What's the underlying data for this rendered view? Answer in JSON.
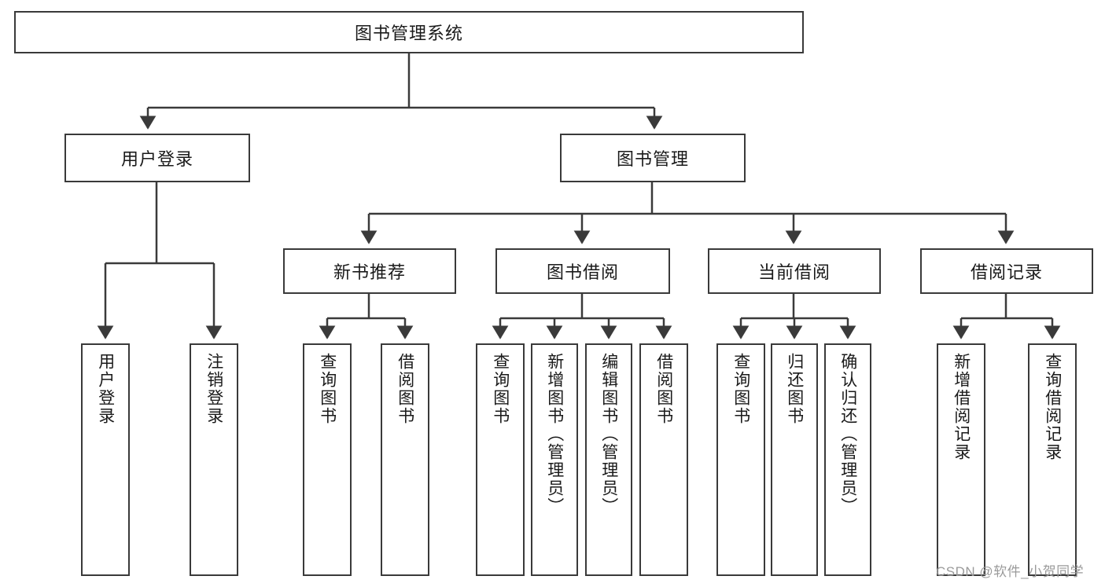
{
  "diagram": {
    "title": "图书管理系统",
    "watermark": "CSDN @软件_小贺同学",
    "type": "tree-hierarchy-diagram",
    "colors": {
      "stroke": "#3a3a3a",
      "background": "#ffffff",
      "text": "#1a1a1a",
      "watermark": "#9a9a9a"
    },
    "levels": [
      {
        "level": 1,
        "nodes": [
          {
            "id": "root",
            "label": "图书管理系统",
            "orientation": "horizontal"
          }
        ]
      },
      {
        "level": 2,
        "nodes": [
          {
            "id": "login",
            "label": "用户登录",
            "orientation": "horizontal",
            "parent": "root"
          },
          {
            "id": "bookmgmt",
            "label": "图书管理",
            "orientation": "horizontal",
            "parent": "root"
          }
        ]
      },
      {
        "level": 3,
        "nodes": [
          {
            "id": "newbook",
            "label": "新书推荐",
            "orientation": "horizontal",
            "parent": "bookmgmt"
          },
          {
            "id": "borrow",
            "label": "图书借阅",
            "orientation": "horizontal",
            "parent": "bookmgmt"
          },
          {
            "id": "current",
            "label": "当前借阅",
            "orientation": "horizontal",
            "parent": "bookmgmt"
          },
          {
            "id": "records",
            "label": "借阅记录",
            "orientation": "horizontal",
            "parent": "bookmgmt"
          }
        ]
      },
      {
        "level": 4,
        "nodes": [
          {
            "id": "leaf1",
            "label": "用户登录",
            "orientation": "vertical",
            "parent": "login"
          },
          {
            "id": "leaf2",
            "label": "注销登录",
            "orientation": "vertical",
            "parent": "login"
          },
          {
            "id": "leaf3",
            "label": "查询图书",
            "orientation": "vertical",
            "parent": "newbook"
          },
          {
            "id": "leaf4",
            "label": "借阅图书",
            "orientation": "vertical",
            "parent": "newbook"
          },
          {
            "id": "leaf5",
            "label": "查询图书",
            "orientation": "vertical",
            "parent": "borrow"
          },
          {
            "id": "leaf6",
            "label": "新增图书（管理员）",
            "orientation": "vertical",
            "parent": "borrow"
          },
          {
            "id": "leaf7",
            "label": "编辑图书（管理员）",
            "orientation": "vertical",
            "parent": "borrow"
          },
          {
            "id": "leaf8",
            "label": "借阅图书",
            "orientation": "vertical",
            "parent": "borrow"
          },
          {
            "id": "leaf9",
            "label": "查询图书",
            "orientation": "vertical",
            "parent": "current"
          },
          {
            "id": "leaf10",
            "label": "归还图书",
            "orientation": "vertical",
            "parent": "current"
          },
          {
            "id": "leaf11",
            "label": "确认归还（管理员）",
            "orientation": "vertical",
            "parent": "current"
          },
          {
            "id": "leaf12",
            "label": "新增借阅记录",
            "orientation": "vertical",
            "parent": "records"
          },
          {
            "id": "leaf13",
            "label": "查询借阅记录",
            "orientation": "vertical",
            "parent": "records"
          }
        ]
      }
    ]
  }
}
